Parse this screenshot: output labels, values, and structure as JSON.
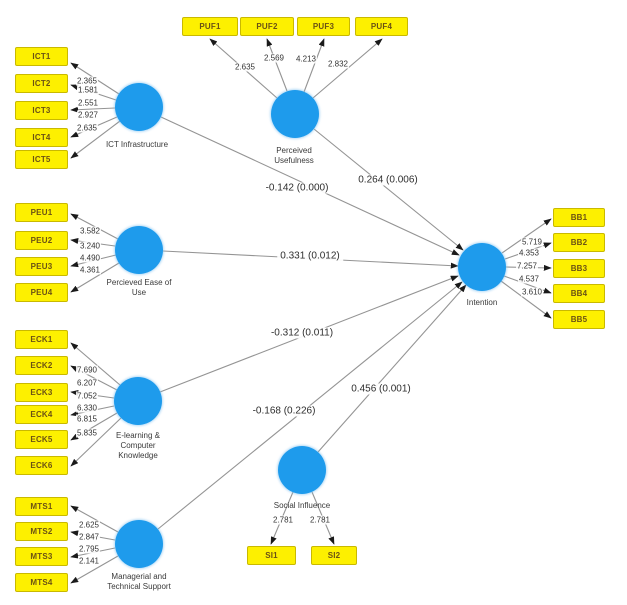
{
  "nodes": {
    "ict": {
      "label": "ICT Infrastructure",
      "indicators": [
        {
          "id": "ICT1",
          "loading": "2.365"
        },
        {
          "id": "ICT2",
          "loading": "1.581"
        },
        {
          "id": "ICT3",
          "loading": "2.551"
        },
        {
          "id": "ICT4",
          "loading": "2.927"
        },
        {
          "id": "ICT5",
          "loading": "2.635"
        }
      ]
    },
    "peu": {
      "label": "Percieved Ease of Use",
      "indicators": [
        {
          "id": "PEU1",
          "loading": "3.582"
        },
        {
          "id": "PEU2",
          "loading": "3.240"
        },
        {
          "id": "PEU3",
          "loading": "4.490"
        },
        {
          "id": "PEU4",
          "loading": "4.361"
        }
      ]
    },
    "eck": {
      "label": "E-learning & Computer Knowledge",
      "indicators": [
        {
          "id": "ECK1",
          "loading": "7.690"
        },
        {
          "id": "ECK2",
          "loading": "6.207"
        },
        {
          "id": "ECK3",
          "loading": "7.052"
        },
        {
          "id": "ECK4",
          "loading": "6.330"
        },
        {
          "id": "ECK5",
          "loading": "6.815"
        },
        {
          "id": "ECK6",
          "loading": "5.835"
        }
      ]
    },
    "mts": {
      "label": "Managerial and Technical Support",
      "indicators": [
        {
          "id": "MTS1",
          "loading": "2.625"
        },
        {
          "id": "MTS2",
          "loading": "2.847"
        },
        {
          "id": "MTS3",
          "loading": "2.795"
        },
        {
          "id": "MTS4",
          "loading": "2.141"
        }
      ]
    },
    "puf": {
      "label": "Perceived Usefulness",
      "indicators": [
        {
          "id": "PUF1",
          "loading": "2.635"
        },
        {
          "id": "PUF2",
          "loading": "2.569"
        },
        {
          "id": "PUF3",
          "loading": "4.213"
        },
        {
          "id": "PUF4",
          "loading": "2.832"
        }
      ]
    },
    "si": {
      "label": "Social Influence",
      "indicators": [
        {
          "id": "SI1",
          "loading": "2.781"
        },
        {
          "id": "SI2",
          "loading": "2.781"
        }
      ]
    },
    "intention": {
      "label": "Intention",
      "indicators": [
        {
          "id": "BB1",
          "loading": "5.719"
        },
        {
          "id": "BB2",
          "loading": "4.353"
        },
        {
          "id": "BB3",
          "loading": "7.257"
        },
        {
          "id": "BB4",
          "loading": "4.537"
        },
        {
          "id": "BB5",
          "loading": "3.610"
        }
      ]
    }
  },
  "paths": [
    {
      "from": "ICT Infrastructure",
      "to": "Intention",
      "label": "-0.142 (0.000)"
    },
    {
      "from": "Perceived Usefulness",
      "to": "Intention",
      "label": "0.264 (0.006)"
    },
    {
      "from": "Percieved Ease of Use",
      "to": "Intention",
      "label": "0.331 (0.012)"
    },
    {
      "from": "E-learning & Computer Knowledge",
      "to": "Intention",
      "label": "-0.312 (0.011)"
    },
    {
      "from": "Social Influence",
      "to": "Intention",
      "label": "0.456 (0.001)"
    },
    {
      "from": "Managerial and Technical Support",
      "to": "Intention",
      "label": "-0.168 (0.226)"
    }
  ],
  "colors": {
    "construct_fill": "#1e9bec",
    "indicator_fill": "#fdf000",
    "indicator_border": "#c9b900",
    "line": "#949494",
    "arrowhead": "#1a1a1a"
  }
}
